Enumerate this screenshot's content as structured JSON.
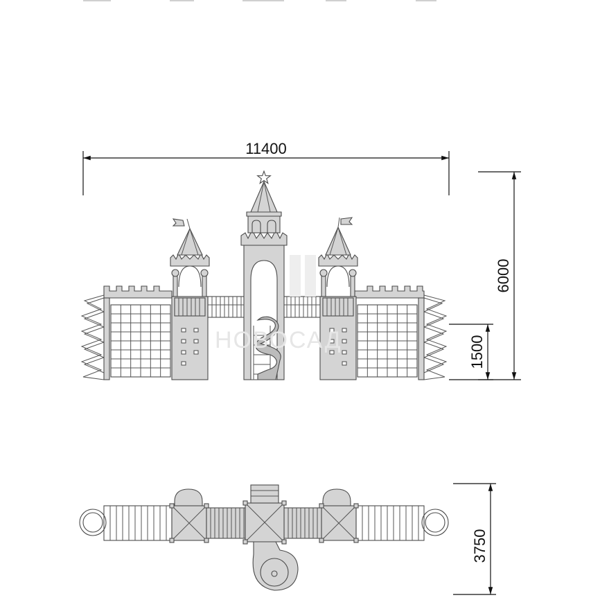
{
  "dimensions": {
    "width": "11400",
    "height": "6000",
    "platform_height": "1500",
    "depth": "3750"
  },
  "watermark": "НОВОСАД",
  "colors": {
    "line": "#4a4a4a",
    "fill": "#d4d4d4",
    "dimension": "#111111"
  }
}
